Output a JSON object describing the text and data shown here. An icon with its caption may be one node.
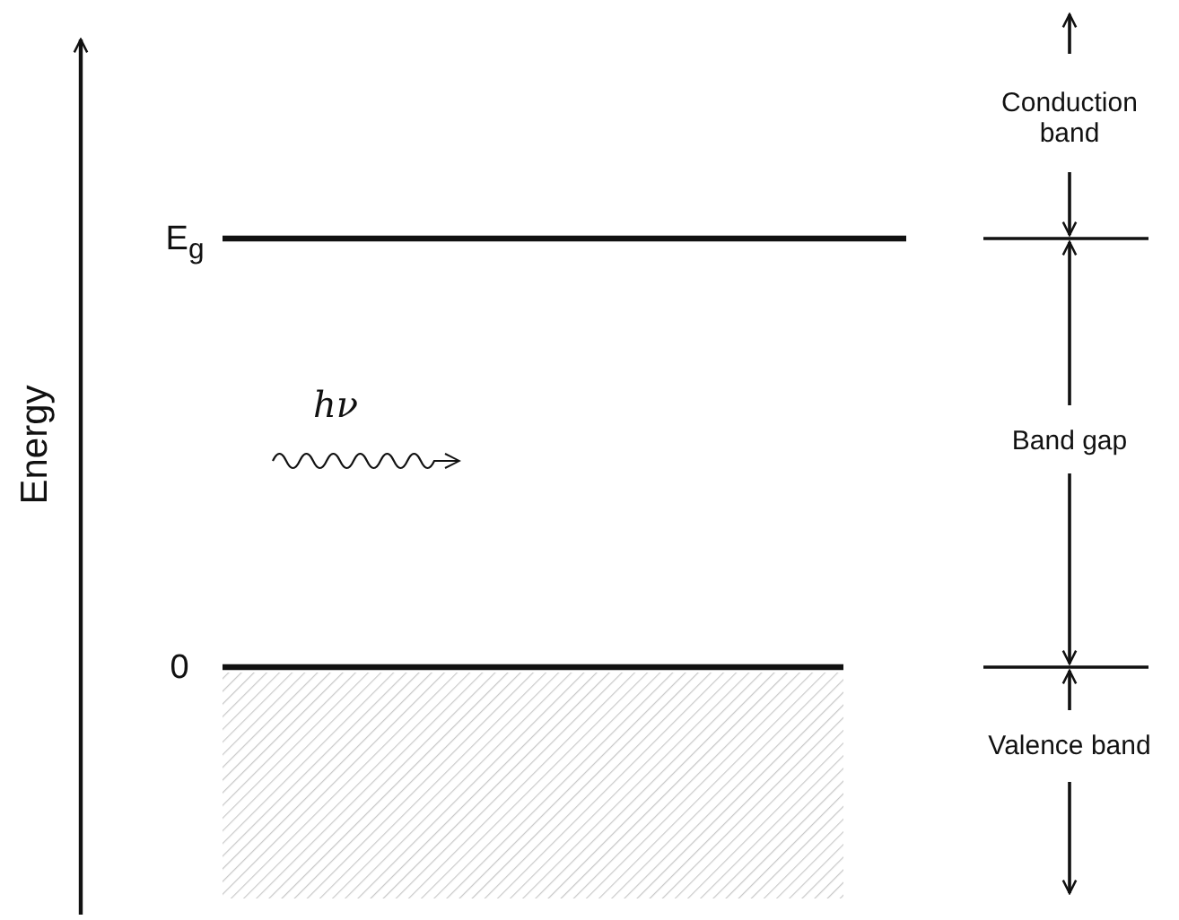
{
  "diagram": {
    "labels": [
      "Conduction band",
      "E$_{g}$",
      "hν",
      "Energy",
      "Band gap",
      "0",
      "Valence band"
    ]
  }
}
